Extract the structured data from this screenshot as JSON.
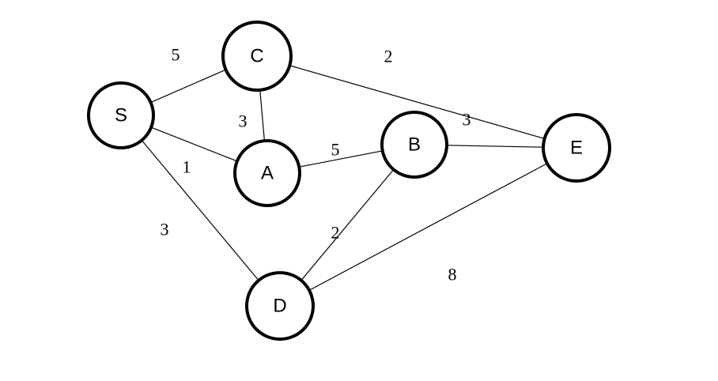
{
  "nodes": [
    {
      "id": "S",
      "label": "S"
    },
    {
      "id": "C",
      "label": "C"
    },
    {
      "id": "A",
      "label": "A"
    },
    {
      "id": "B",
      "label": "B"
    },
    {
      "id": "E",
      "label": "E"
    },
    {
      "id": "D",
      "label": "D"
    }
  ],
  "edges": [
    {
      "from": "S",
      "to": "C",
      "weight": "5"
    },
    {
      "from": "S",
      "to": "A",
      "weight": "1"
    },
    {
      "from": "S",
      "to": "D",
      "weight": "3"
    },
    {
      "from": "C",
      "to": "A",
      "weight": "3"
    },
    {
      "from": "C",
      "to": "E",
      "weight": "2"
    },
    {
      "from": "A",
      "to": "B",
      "weight": "5"
    },
    {
      "from": "B",
      "to": "E",
      "weight": "3"
    },
    {
      "from": "B",
      "to": "D",
      "weight": "2"
    },
    {
      "from": "D",
      "to": "E",
      "weight": "8"
    }
  ]
}
